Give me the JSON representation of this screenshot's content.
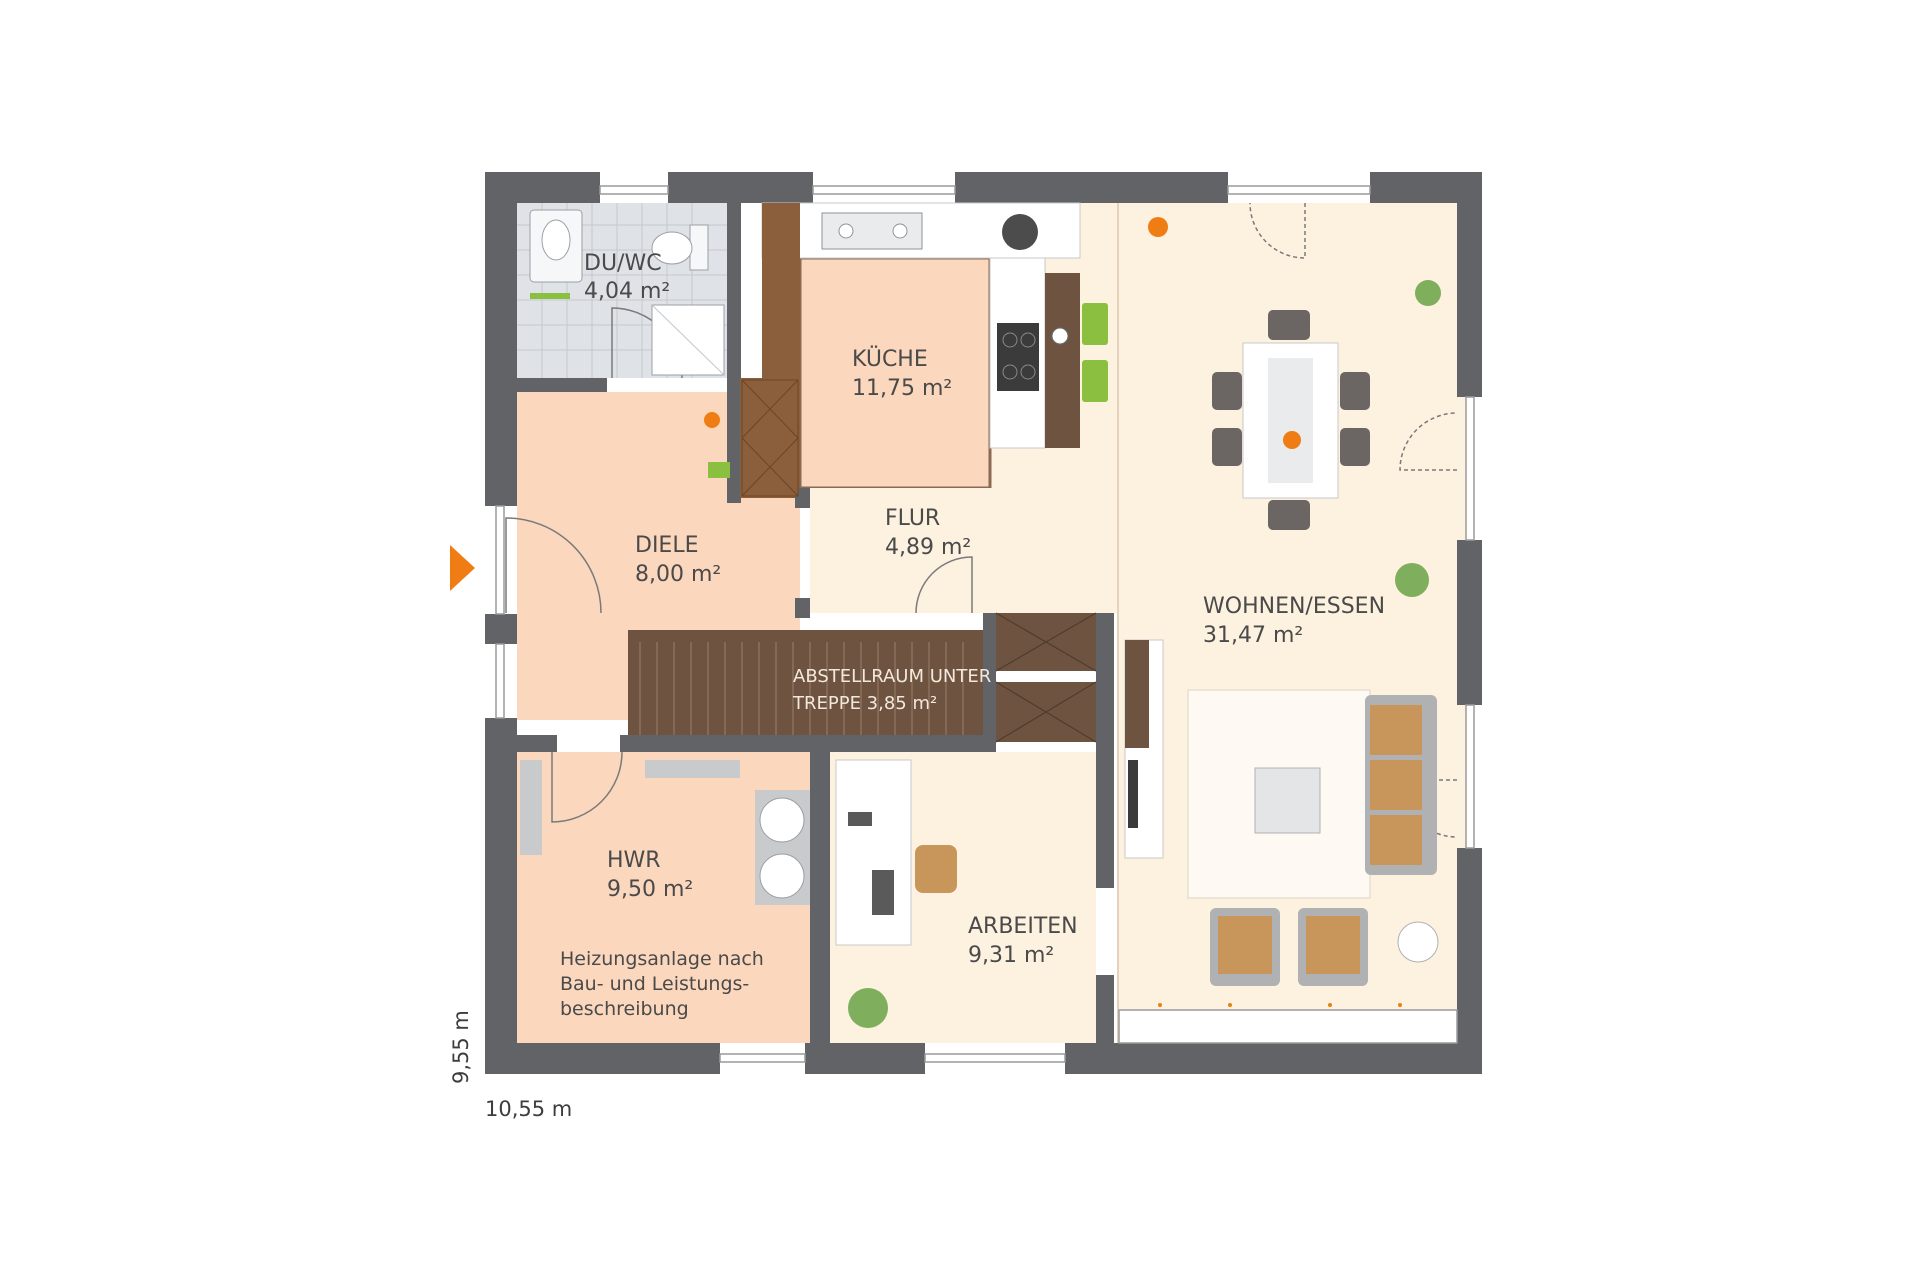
{
  "plan": {
    "rooms": [
      {
        "id": "duwc",
        "name": "DU/WC",
        "area": "4,04 m²"
      },
      {
        "id": "kueche",
        "name": "KÜCHE",
        "area": "11,75 m²"
      },
      {
        "id": "diele",
        "name": "DIELE",
        "area": "8,00 m²"
      },
      {
        "id": "flur",
        "name": "FLUR",
        "area": "4,89 m²"
      },
      {
        "id": "wohnen",
        "name": "WOHNEN/ESSEN",
        "area": "31,47 m²"
      },
      {
        "id": "hwr",
        "name": "HWR",
        "area": "9,50 m²"
      },
      {
        "id": "arbeiten",
        "name": "ARBEITEN",
        "area": "9,31 m²"
      }
    ],
    "stair_label": {
      "line1": "ABSTELLRAUM UNTER",
      "line2": "TREPPE 3,85 m²"
    },
    "hwr_note": [
      "Heizungsanlage nach",
      "Bau- und Leistungs-",
      "beschreibung"
    ],
    "dimensions": {
      "width": "10,55 m",
      "height": "9,55 m"
    },
    "entrance_marker": "entrance-arrow"
  },
  "colors": {
    "wall": "#626366",
    "accent": "#f07d13",
    "floor_light": "#fdf1e0",
    "floor_warm": "#fad7bd",
    "stair": "#6e5440",
    "tile": "#dfe2e6"
  }
}
